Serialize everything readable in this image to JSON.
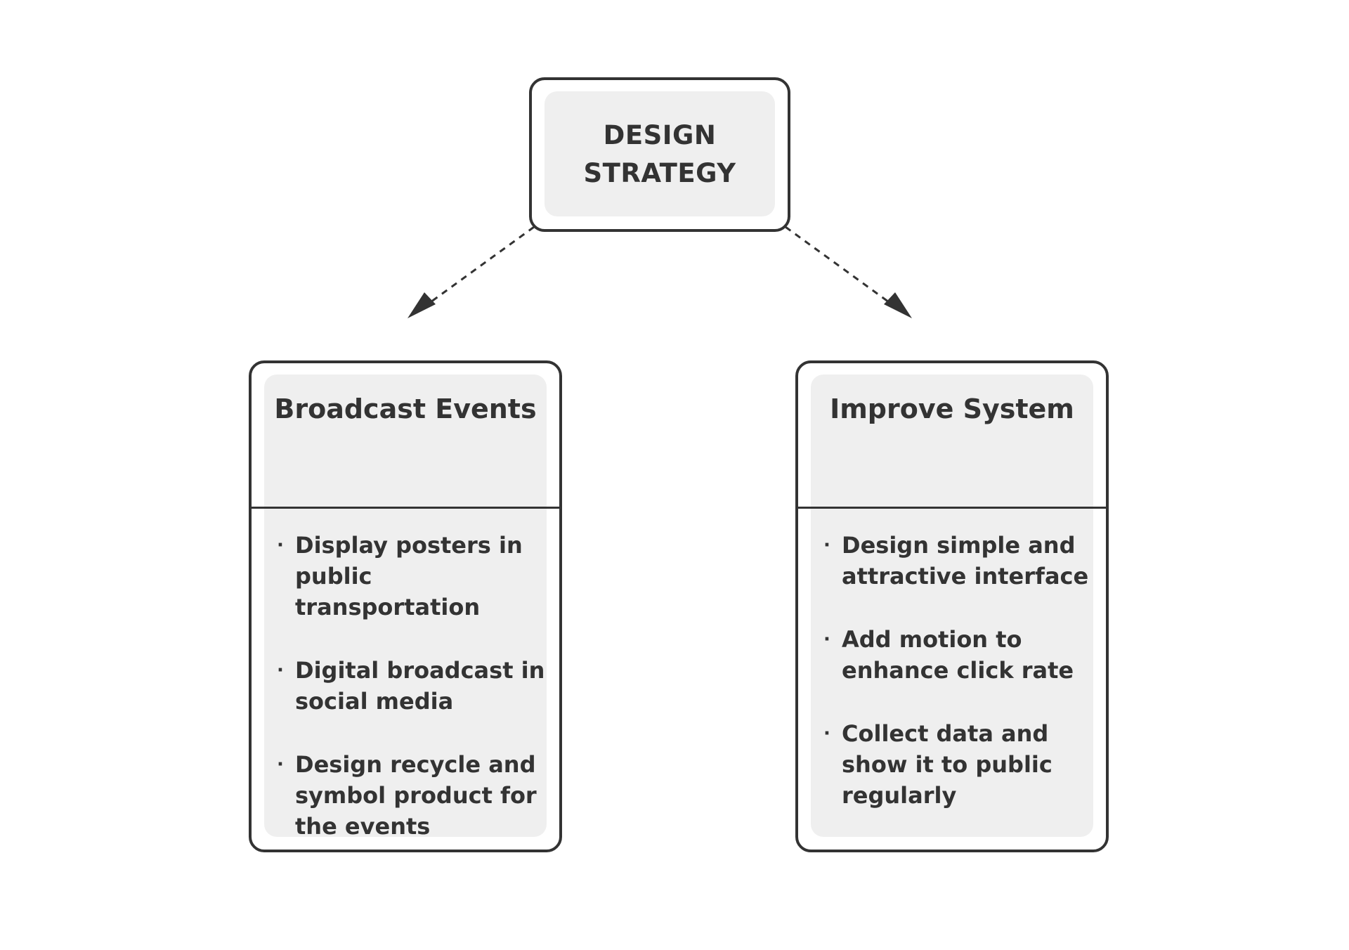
{
  "root": {
    "title_line1": "DESIGN",
    "title_line2": "STRATEGY"
  },
  "branches": [
    {
      "title": "Broadcast Events",
      "items": [
        "Display posters in public transportation",
        "Digital broadcast in social media",
        "Design recycle and symbol product for the events"
      ]
    },
    {
      "title": "Improve System",
      "items": [
        "Design simple and attractive interface",
        "Add motion to enhance click rate",
        "Collect data and show it to public regularly"
      ]
    }
  ],
  "connectors": {
    "style": "dashed",
    "color": "#333333"
  }
}
